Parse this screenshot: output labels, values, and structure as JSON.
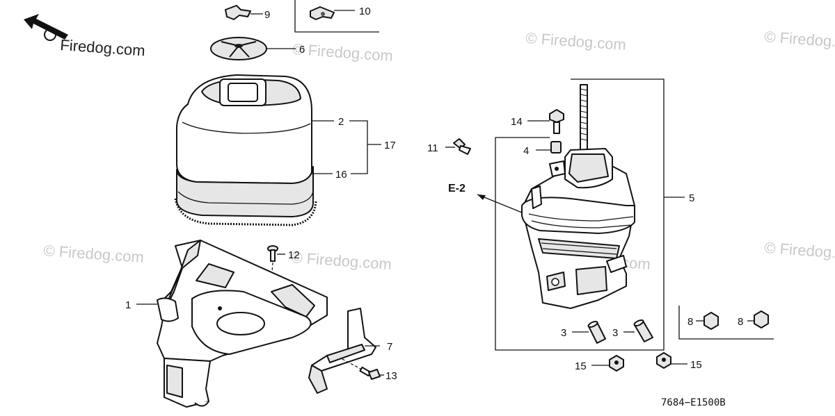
{
  "diagram": {
    "watermark_text": "© Firedog.com",
    "brand_text": "Firedog.com",
    "figure_code": "7684−E1500B",
    "ref_label": "E-2",
    "callouts": {
      "c1": "1",
      "c2": "2",
      "c3a": "3",
      "c3b": "3",
      "c4": "4",
      "c5": "5",
      "c6": "6",
      "c7": "7",
      "c8a": "8",
      "c8b": "8",
      "c9": "9",
      "c10": "10",
      "c11": "11",
      "c12": "12",
      "c13": "13",
      "c14": "14",
      "c15a": "15",
      "c15b": "15",
      "c16": "16",
      "c17": "17"
    }
  }
}
